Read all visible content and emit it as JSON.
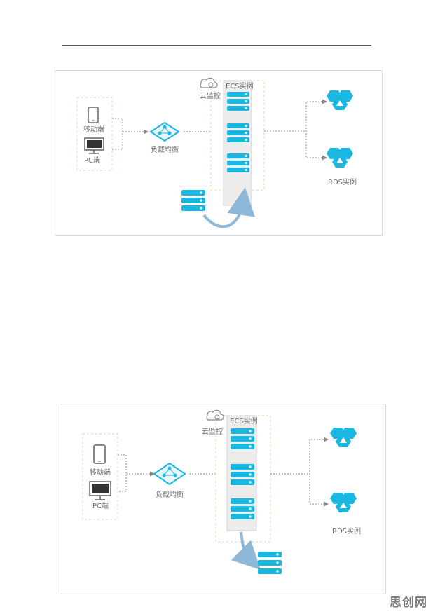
{
  "diagrams": [
    {
      "mobile_label": "移动端",
      "pc_label": "PC端",
      "lb_label": "负载均衡",
      "monitor_label": "云监控",
      "ecs_label": "ECS实例",
      "rds_label": "RDS实例"
    },
    {
      "mobile_label": "移动端",
      "pc_label": "PC端",
      "lb_label": "负载均衡",
      "monitor_label": "云监控",
      "ecs_label": "ECS实例",
      "rds_label": "RDS实例"
    }
  ],
  "watermark": "思创网",
  "colors": {
    "accent": "#1ab8e0",
    "accent_dark": "#0fa0c8",
    "dashed_border": "#e6d7a8",
    "ecs_bg": "#ececec",
    "arrow_blue": "#8fb8d8"
  }
}
